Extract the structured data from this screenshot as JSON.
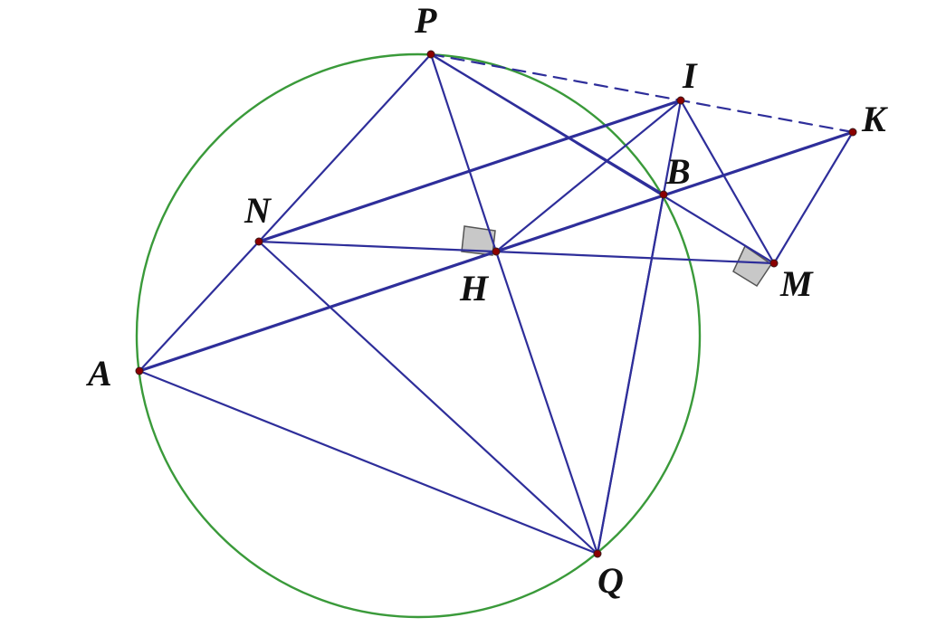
{
  "points": {
    "P": {
      "label": "P"
    },
    "I": {
      "label": "I"
    },
    "K": {
      "label": "K"
    },
    "N": {
      "label": "N"
    },
    "B": {
      "label": "B"
    },
    "H": {
      "label": "H"
    },
    "M": {
      "label": "M"
    },
    "A": {
      "label": "A"
    },
    "Q": {
      "label": "Q"
    }
  },
  "segments": [
    [
      "P",
      "N"
    ],
    [
      "P",
      "H"
    ],
    [
      "P",
      "M"
    ],
    [
      "P",
      "B"
    ],
    [
      "N",
      "A"
    ],
    [
      "N",
      "Q"
    ],
    [
      "N",
      "M"
    ],
    [
      "A",
      "Q"
    ],
    [
      "H",
      "Q"
    ],
    [
      "B",
      "Q"
    ],
    [
      "I",
      "Q"
    ],
    [
      "M",
      "K"
    ],
    [
      "I",
      "H"
    ],
    [
      "I",
      "M"
    ]
  ],
  "thick_segments": [
    [
      "N",
      "I"
    ],
    [
      "A",
      "K"
    ]
  ],
  "dashed_segments": [
    [
      "P",
      "K"
    ]
  ],
  "right_angle_marks": [
    "H",
    "M"
  ],
  "colors": {
    "lines": "#2e2e9a",
    "circle": "#3a9a3a",
    "points": "#8b0000",
    "mark_fill": "#c8c8c8"
  }
}
